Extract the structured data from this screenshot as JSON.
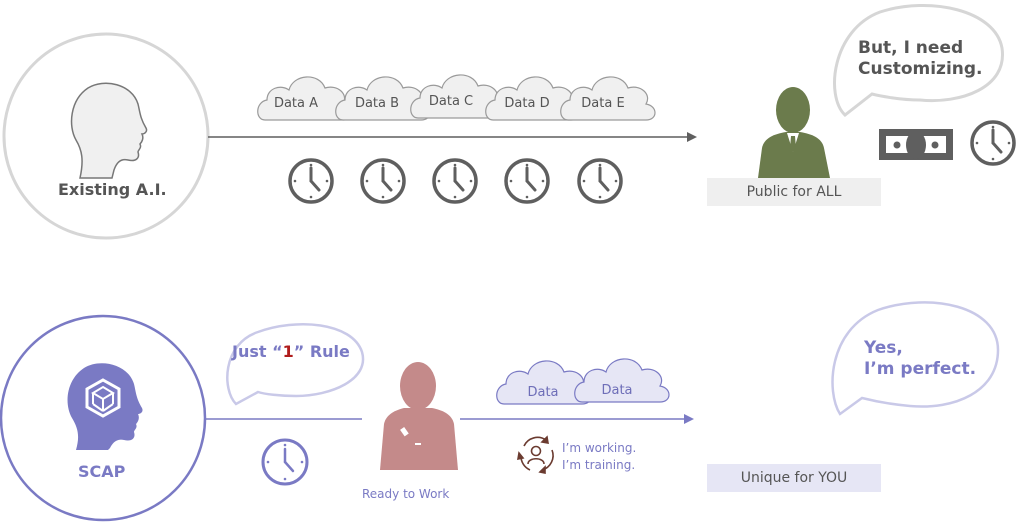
{
  "colors": {
    "gray_line": "#5f5f5f",
    "gray_circle": "#d6d6d6",
    "gray_text": "#555555",
    "purple": "#7a7ac4",
    "purple_light": "#c9c9e8",
    "purple_fill": "#e6e6f5",
    "green": "#6b7b4c",
    "rose": "#c48a8a",
    "red_accent": "#b01c1c",
    "brown_icon": "#6b3b30"
  },
  "top_row": {
    "actor": {
      "label": "Existing A.I.",
      "icon": "head-outline-icon"
    },
    "data_clouds": [
      "Data A",
      "Data B",
      "Data C",
      "Data D",
      "Data E"
    ],
    "clock_count": 5,
    "result": {
      "tag": "Public for ALL",
      "icon": "businessman-icon",
      "speech": [
        "But, I need",
        "Customizing."
      ],
      "cost_icons": [
        "money-bill-icon",
        "clock-icon"
      ]
    }
  },
  "bottom_row": {
    "actor": {
      "label": "SCAP",
      "icon": "head-cube-icon"
    },
    "speech_rule": {
      "before": "Just “",
      "highlight": "1",
      "after": "” Rule"
    },
    "worker": {
      "label": "Ready to Work",
      "icon": "worker-icon"
    },
    "data_clouds": [
      "Data",
      "Data"
    ],
    "status": {
      "icon": "cycle-user-icon",
      "lines": [
        "I’m working.",
        "I’m training."
      ]
    },
    "result": {
      "tag": "Unique for YOU",
      "speech": [
        "Yes,",
        "I’m perfect."
      ]
    }
  }
}
